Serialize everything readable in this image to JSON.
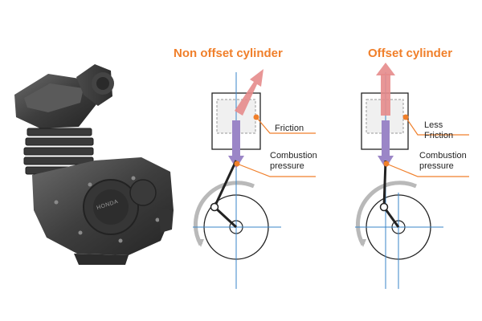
{
  "colors": {
    "accent": "#f07f2a",
    "axis": "#3a86c8",
    "force_up": "#e58b8b",
    "force_down": "#9b86c7",
    "line": "#222222",
    "arc": "#b9b9b9"
  },
  "panels": [
    {
      "id": "non-offset",
      "title": "Non offset cylinder",
      "friction_label": "Friction",
      "combustion_label": "Combustion\npressure"
    },
    {
      "id": "offset",
      "title": "Offset cylinder",
      "friction_label": "Less\nFriction",
      "combustion_label": "Combustion\npressure"
    }
  ],
  "illustration": {
    "subject": "motorcycle-engine",
    "brand_mark": "HONDA"
  }
}
